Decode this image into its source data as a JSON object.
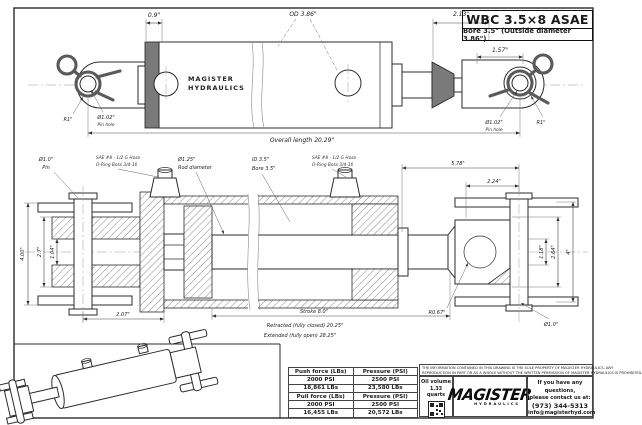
{
  "title_block": {
    "model": "WBC 3.5×8 ASAE",
    "subtitle": "Bore 3.5\" (Outside diameter 3.86\")"
  },
  "top_view": {
    "brand_line1": "MAGISTER",
    "brand_line2": "HYDRAULICS",
    "dim_collar": "0.9\"",
    "dim_od": "OD 3.86\"",
    "dim_head": "2.13\"",
    "dim_rod_clevis": "1.57\"",
    "left_pin_radius": "R1\"",
    "left_pin_hole": "Ø1.02\"",
    "left_pin_hole_label": "Pin hole",
    "right_pin_hole": "Ø1.02\"",
    "right_pin_hole_label": "Pin hole",
    "right_pin_radius": "R1\"",
    "overall_length": "Overall length 20.29\""
  },
  "section_view": {
    "pin_dia": "Ø1.0\"",
    "pin_dia_label": "Pin",
    "port_left_line1": "SAE #8 - 1/2 G Hose",
    "port_left_line2": "O-Ring Boss 3/4-16",
    "rod_dia": "Ø1.25\"",
    "rod_dia_label": "Rod diameter",
    "bore_id": "ID 3.5\"",
    "bore_label": "Bore 3.5\"",
    "port_right_line1": "SAE #8 - 1/2 G Hose",
    "port_right_line2": "O-Ring Boss 3/4-16",
    "dim_height": "4.00\"",
    "dim_clevis_outer": "2.7\"",
    "dim_clevis_gap": "1.04\"",
    "dim_base": "2.07\"",
    "dim_rod_end": "5.78\"",
    "dim_rod_clevis": "2.24\"",
    "dim_rod_gap": "1.18\"",
    "dim_rod_outer": "2.64\"",
    "dim_rod_height": "4\"",
    "dim_radius": "R0.67\"",
    "dim_pin": "Ø1.0\"",
    "stroke": "Stroke 8.0\"",
    "retracted": "Retracted (fully closed)  20.25\"",
    "extended": "Extended (fully open)  28.25\""
  },
  "footer": {
    "disclaimer_line1": "THE INFORMATION CONTAINED IN THIS DRAWING IS THE SOLE PROPERTY OF MAGISTER HYDRAULICS. ANY",
    "disclaimer_line2": "REPRODUCTION IN PART OR AS A WHOLE WITHOUT THE WRITTEN PERMISSION OF MAGISTER HYDRAULICS IS PROHIBITED.",
    "table": {
      "rows": [
        [
          "Push force (LBs)",
          "Pressure (PSI)"
        ],
        [
          "2000 PSI",
          "2500 PSI"
        ],
        [
          "18,861 LBs",
          "23,580 LBs"
        ],
        [
          "Pull force (LBs)",
          "Pressure (PSI)"
        ],
        [
          "2000 PSI",
          "2500 PSI"
        ],
        [
          "16,455 LBs",
          "20,572 LBs"
        ]
      ]
    },
    "oil_volume_line1": "Oil volume",
    "oil_volume_line2": "1.33 quarts",
    "logo_text": "MAGISTER",
    "logo_sub": "HYDRAULICS",
    "contact_line1": "If you have any questions,",
    "contact_line2": "please contact us at:",
    "contact_phone": "(973) 344-5313",
    "contact_email": "info@magisterhyd.com"
  }
}
